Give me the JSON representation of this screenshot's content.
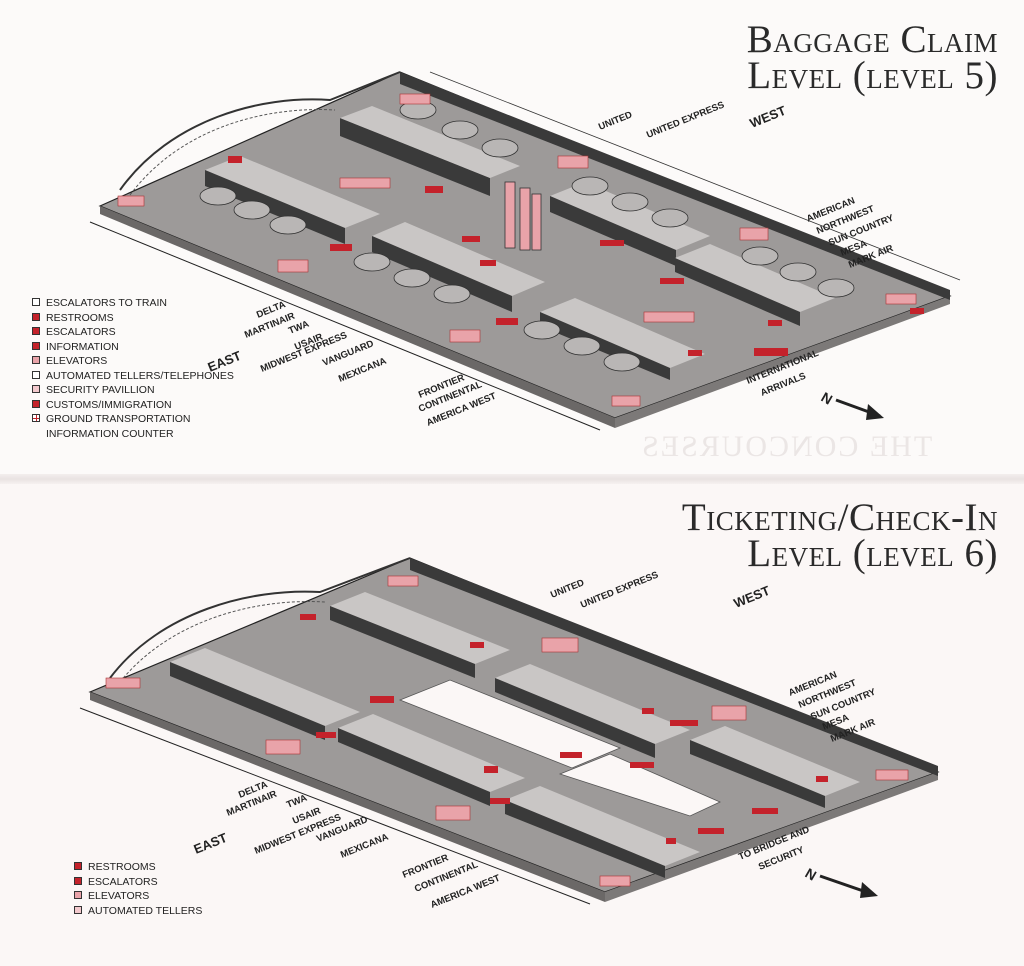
{
  "colors": {
    "floor": "#9d9a99",
    "floor_light": "#c9c6c5",
    "wall": "#3a3a3a",
    "accent_red": "#c4222b",
    "accent_pink": "#e9a3a9",
    "paper": "#fbf8f7"
  },
  "level5": {
    "title_line1": "Baggage Claim",
    "title_line2": "Level (level 5)",
    "labels": {
      "united": "UNITED",
      "united_express": "UNITED EXPRESS",
      "west": "WEST",
      "american": "AMERICAN",
      "northwest": "NORTHWEST",
      "sun_country": "SUN COUNTRY",
      "mesa": "MESA",
      "mark_air": "MARK AIR",
      "delta": "DELTA",
      "martinair": "MARTINAIR",
      "twa": "TWA",
      "usair": "USAIR",
      "midwest_express": "MIDWEST EXPRESS",
      "vanguard": "VANGUARD",
      "mexicana": "MEXICANA",
      "east": "EAST",
      "frontier": "FRONTIER",
      "continental": "CONTINENTAL",
      "america_west": "AMERICA WEST",
      "international": "INTERNATIONAL",
      "arrivals": "ARRIVALS",
      "north": "N"
    },
    "legend": [
      {
        "label": "ESCALATORS TO TRAIN",
        "swatch": "white"
      },
      {
        "label": "RESTROOMS",
        "swatch": "red"
      },
      {
        "label": "ESCALATORS",
        "swatch": "red"
      },
      {
        "label": "INFORMATION",
        "swatch": "red"
      },
      {
        "label": "ELEVATORS",
        "swatch": "pink"
      },
      {
        "label": "AUTOMATED TELLERS/TELEPHONES",
        "swatch": "white"
      },
      {
        "label": "SECURITY PAVILLION",
        "swatch": "lightpink"
      },
      {
        "label": "CUSTOMS/IMMIGRATION",
        "swatch": "red"
      },
      {
        "label": "GROUND TRANSPORTATION",
        "label2": "INFORMATION COUNTER",
        "swatch": "grid"
      }
    ]
  },
  "level6": {
    "title_line1": "Ticketing/Check-In",
    "title_line2": "Level (level 6)",
    "labels": {
      "united": "UNITED",
      "united_express": "UNITED EXPRESS",
      "west": "WEST",
      "american": "AMERICAN",
      "northwest": "NORTHWEST",
      "sun_country": "SUN COUNTRY",
      "mesa": "MESA",
      "mark_air": "MARK AIR",
      "delta": "DELTA",
      "martinair": "MARTINAIR",
      "twa": "TWA",
      "usair": "USAIR",
      "midwest_express": "MIDWEST EXPRESS",
      "vanguard": "VANGUARD",
      "mexicana": "MEXICANA",
      "east": "EAST",
      "frontier": "FRONTIER",
      "continental": "CONTINENTAL",
      "america_west": "AMERICA WEST",
      "to_bridge": "TO BRIDGE AND",
      "security": "SECURITY",
      "north": "N"
    },
    "legend": [
      {
        "label": "RESTROOMS",
        "swatch": "red"
      },
      {
        "label": "ESCALATORS",
        "swatch": "red"
      },
      {
        "label": "ELEVATORS",
        "swatch": "pink"
      },
      {
        "label": "AUTOMATED TELLERS",
        "swatch": "lightpink"
      }
    ]
  }
}
